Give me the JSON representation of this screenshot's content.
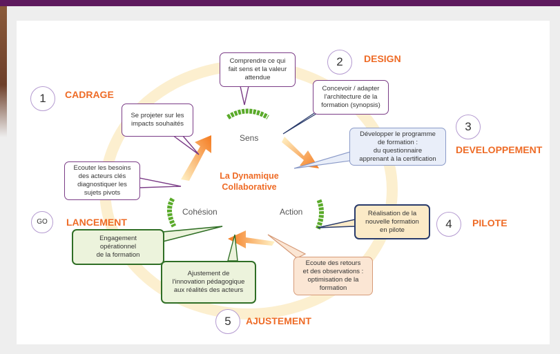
{
  "center": {
    "title": "La Dynamique\nCollaborative"
  },
  "ring_labels": {
    "sens": "Sens",
    "action": "Action",
    "cohesion": "Cohésion"
  },
  "steps": [
    {
      "number": "1",
      "label": "CADRAGE"
    },
    {
      "number": "2",
      "label": "DESIGN"
    },
    {
      "number": "3",
      "label": "DEVELOPPEMENT"
    },
    {
      "number": "4",
      "label": "PILOTE"
    },
    {
      "number": "5",
      "label": "AJUSTEMENT"
    },
    {
      "number": "GO",
      "label": "LANCEMENT"
    }
  ],
  "callouts": {
    "sens": "Comprendre ce qui\nfait sens et la valeur\nattendue",
    "impacts": "Se projeter sur les\nimpacts souhaités",
    "besoins": "Ecouter les besoins\ndes acteurs clés\ndiagnostiquer les\nsujets pivots",
    "architecture": "Concevoir / adapter\nl'architecture de la\nformation (synopsis)",
    "programme": "Développer le programme\nde formation :\ndu questionnaire\napprenant à la certification",
    "pilote": "Réalisation de la\nnouvelle formation\nen pilote",
    "engagement": "Engagement\nopérationnel\nde la formation",
    "ajustement": "Ajustement de\nl'innovation pédagogique\naux réalités des acteurs",
    "ecoute": "Ecoute des retours\net des observations :\noptimisation de la\nformation"
  },
  "colors": {
    "orange": "#ee6b26",
    "green": "#5aaa2a",
    "purple": "#7a3b86",
    "ring": "#fcefcf"
  }
}
